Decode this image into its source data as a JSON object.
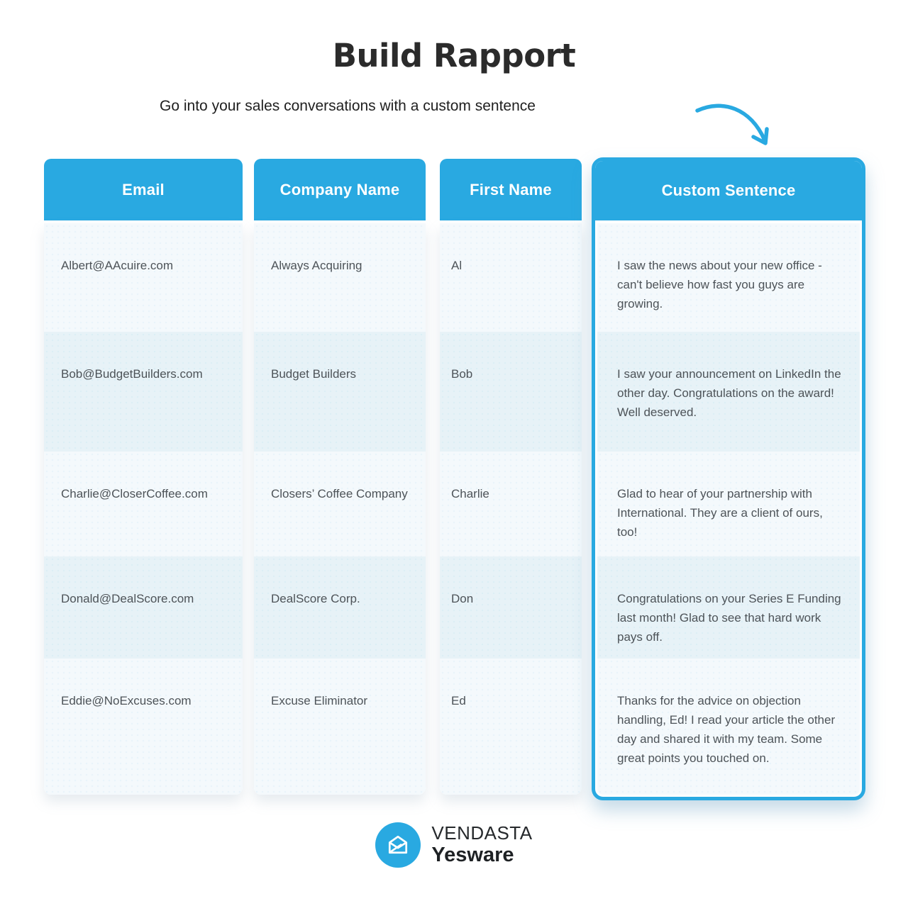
{
  "page": {
    "title": "Build Rapport",
    "subtitle": "Go into your sales conversations with a custom sentence"
  },
  "icons": {
    "subtitle_arrow": "curved-arrow-icon",
    "logo": "open-envelope-icon"
  },
  "table": {
    "columns": [
      {
        "key": "email",
        "label": "Email"
      },
      {
        "key": "company",
        "label": "Company Name"
      },
      {
        "key": "first_name",
        "label": "First Name"
      },
      {
        "key": "custom_sentence",
        "label": "Custom Sentence"
      }
    ],
    "rows": [
      {
        "email": "Albert@AAcuire.com",
        "company": "Always Acquiring",
        "first_name": "Al",
        "custom_sentence": "I saw the news about your new office - can't believe how fast you guys are growing."
      },
      {
        "email": "Bob@BudgetBuilders.com",
        "company": "Budget Builders",
        "first_name": "Bob",
        "custom_sentence": "I saw your announcement on LinkedIn the other day. Congratulations on the award! Well deserved."
      },
      {
        "email": "Charlie@CloserCoffee.com",
        "company": "Closers’ Coffee Company",
        "first_name": "Charlie",
        "custom_sentence": "Glad to hear of your partnership with International. They are a client of ours, too!"
      },
      {
        "email": "Donald@DealScore.com",
        "company": "DealScore Corp.",
        "first_name": "Don",
        "custom_sentence": "Congratulations on your Series E Funding last month! Glad to see that hard work pays off."
      },
      {
        "email": "Eddie@NoExcuses.com",
        "company": "Excuse Eliminator",
        "first_name": "Ed",
        "custom_sentence": "Thanks for the advice on objection handling, Ed! I read your article the other day and shared it with my team. Some great points you touched on."
      }
    ]
  },
  "footer": {
    "brand_primary": "VENDASTA",
    "brand_secondary": "Yesware"
  },
  "colors": {
    "accent": "#29A9E1",
    "row_light": "#F4F9FC",
    "row_dark": "#E7F2F7",
    "header_text": "#FFFFFF",
    "cell_text": "#4D5358",
    "title_text": "#2B2B2B"
  }
}
